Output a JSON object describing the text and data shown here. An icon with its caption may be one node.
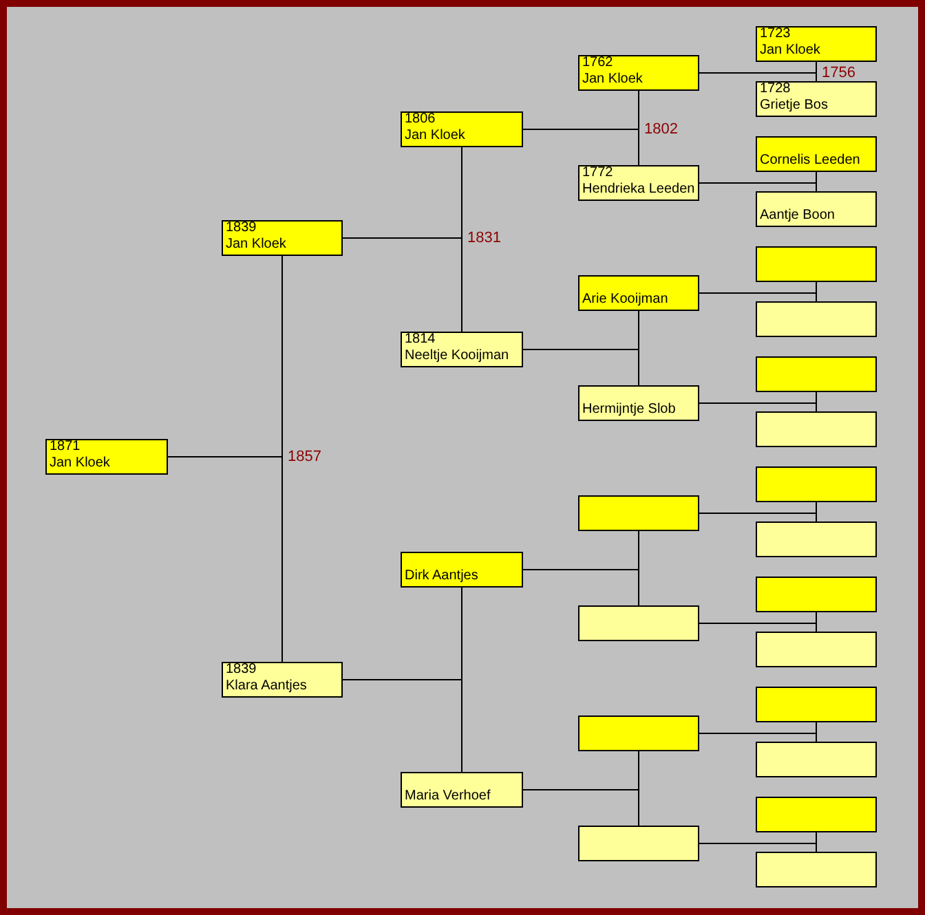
{
  "diagram": {
    "nodes": [
      {
        "text": [
          "1871",
          "Jan Kloek"
        ]
      },
      {
        "text": [
          "1839",
          "Jan Kloek"
        ]
      },
      {
        "text": [
          "1839",
          "Klara Aantjes"
        ]
      },
      {
        "text": [
          "1806",
          "Jan Kloek"
        ]
      },
      {
        "text": [
          "1814",
          "Neeltje Kooijman"
        ]
      },
      {
        "text": [
          "Dirk Aantjes"
        ]
      },
      {
        "text": [
          "Maria Verhoef"
        ]
      },
      {
        "text": [
          "1762",
          "Jan Kloek"
        ]
      },
      {
        "text": [
          "1772",
          "Hendrieka Leeden"
        ]
      },
      {
        "text": [
          "Arie Kooijman"
        ]
      },
      {
        "text": [
          "Hermijntje Slob"
        ]
      },
      {
        "text": [],
        "shape": "box"
      },
      {
        "text": [],
        "shape": "box"
      },
      {
        "text": [],
        "shape": "box"
      },
      {
        "text": [],
        "shape": "box"
      },
      {
        "text": [
          "1723",
          "Jan Kloek"
        ]
      },
      {
        "text": [
          "1728",
          "Grietje Bos"
        ]
      },
      {
        "text": [
          "Cornelis Leeden"
        ]
      },
      {
        "text": [
          "Aantje Boon"
        ]
      },
      {
        "text": [],
        "shape": "box"
      },
      {
        "text": [],
        "shape": "box"
      },
      {
        "text": [],
        "shape": "box"
      },
      {
        "text": [],
        "shape": "box"
      },
      {
        "text": [],
        "shape": "box"
      },
      {
        "text": [],
        "shape": "box"
      },
      {
        "text": [],
        "shape": "box"
      },
      {
        "text": [],
        "shape": "box"
      },
      {
        "text": [],
        "shape": "box"
      },
      {
        "text": [],
        "shape": "box"
      },
      {
        "text": [],
        "shape": "box"
      },
      {
        "text": [],
        "shape": "box"
      }
    ],
    "edges": [
      {
        "from": 0,
        "to": 1,
        "arrow": "none",
        "label": "1857"
      },
      {
        "from": 0,
        "to": 2,
        "arrow": "none"
      },
      {
        "from": 1,
        "to": 3,
        "arrow": "none",
        "label": "1831"
      },
      {
        "from": 1,
        "to": 4,
        "arrow": "none"
      },
      {
        "from": 2,
        "to": 5,
        "arrow": "none"
      },
      {
        "from": 2,
        "to": 6,
        "arrow": "none"
      },
      {
        "from": 3,
        "to": 7,
        "arrow": "none",
        "label": "1802"
      },
      {
        "from": 3,
        "to": 8,
        "arrow": "none"
      },
      {
        "from": 4,
        "to": 9,
        "arrow": "none"
      },
      {
        "from": 4,
        "to": 10,
        "arrow": "none"
      },
      {
        "from": 5,
        "to": 11,
        "arrow": "none"
      },
      {
        "from": 5,
        "to": 12,
        "arrow": "none"
      },
      {
        "from": 6,
        "to": 13,
        "arrow": "none"
      },
      {
        "from": 6,
        "to": 14,
        "arrow": "none"
      },
      {
        "from": 7,
        "to": 15,
        "arrow": "none",
        "label": "1756"
      },
      {
        "from": 7,
        "to": 16,
        "arrow": "none"
      },
      {
        "from": 8,
        "to": 17,
        "arrow": "none"
      },
      {
        "from": 8,
        "to": 18,
        "arrow": "none"
      },
      {
        "from": 9,
        "to": 19,
        "arrow": "none"
      },
      {
        "from": 9,
        "to": 20,
        "arrow": "none"
      },
      {
        "from": 10,
        "to": 21,
        "arrow": "none"
      },
      {
        "from": 10,
        "to": 22,
        "arrow": "none"
      },
      {
        "from": 11,
        "to": 23,
        "arrow": "none"
      },
      {
        "from": 11,
        "to": 24,
        "arrow": "none"
      },
      {
        "from": 12,
        "to": 25,
        "arrow": "none"
      },
      {
        "from": 12,
        "to": 26,
        "arrow": "none"
      },
      {
        "from": 13,
        "to": 27,
        "arrow": "none"
      },
      {
        "from": 13,
        "to": 28,
        "arrow": "none"
      },
      {
        "from": 14,
        "to": 29,
        "arrow": "none"
      },
      {
        "from": 14,
        "to": 30,
        "arrow": "none"
      }
    ]
  }
}
